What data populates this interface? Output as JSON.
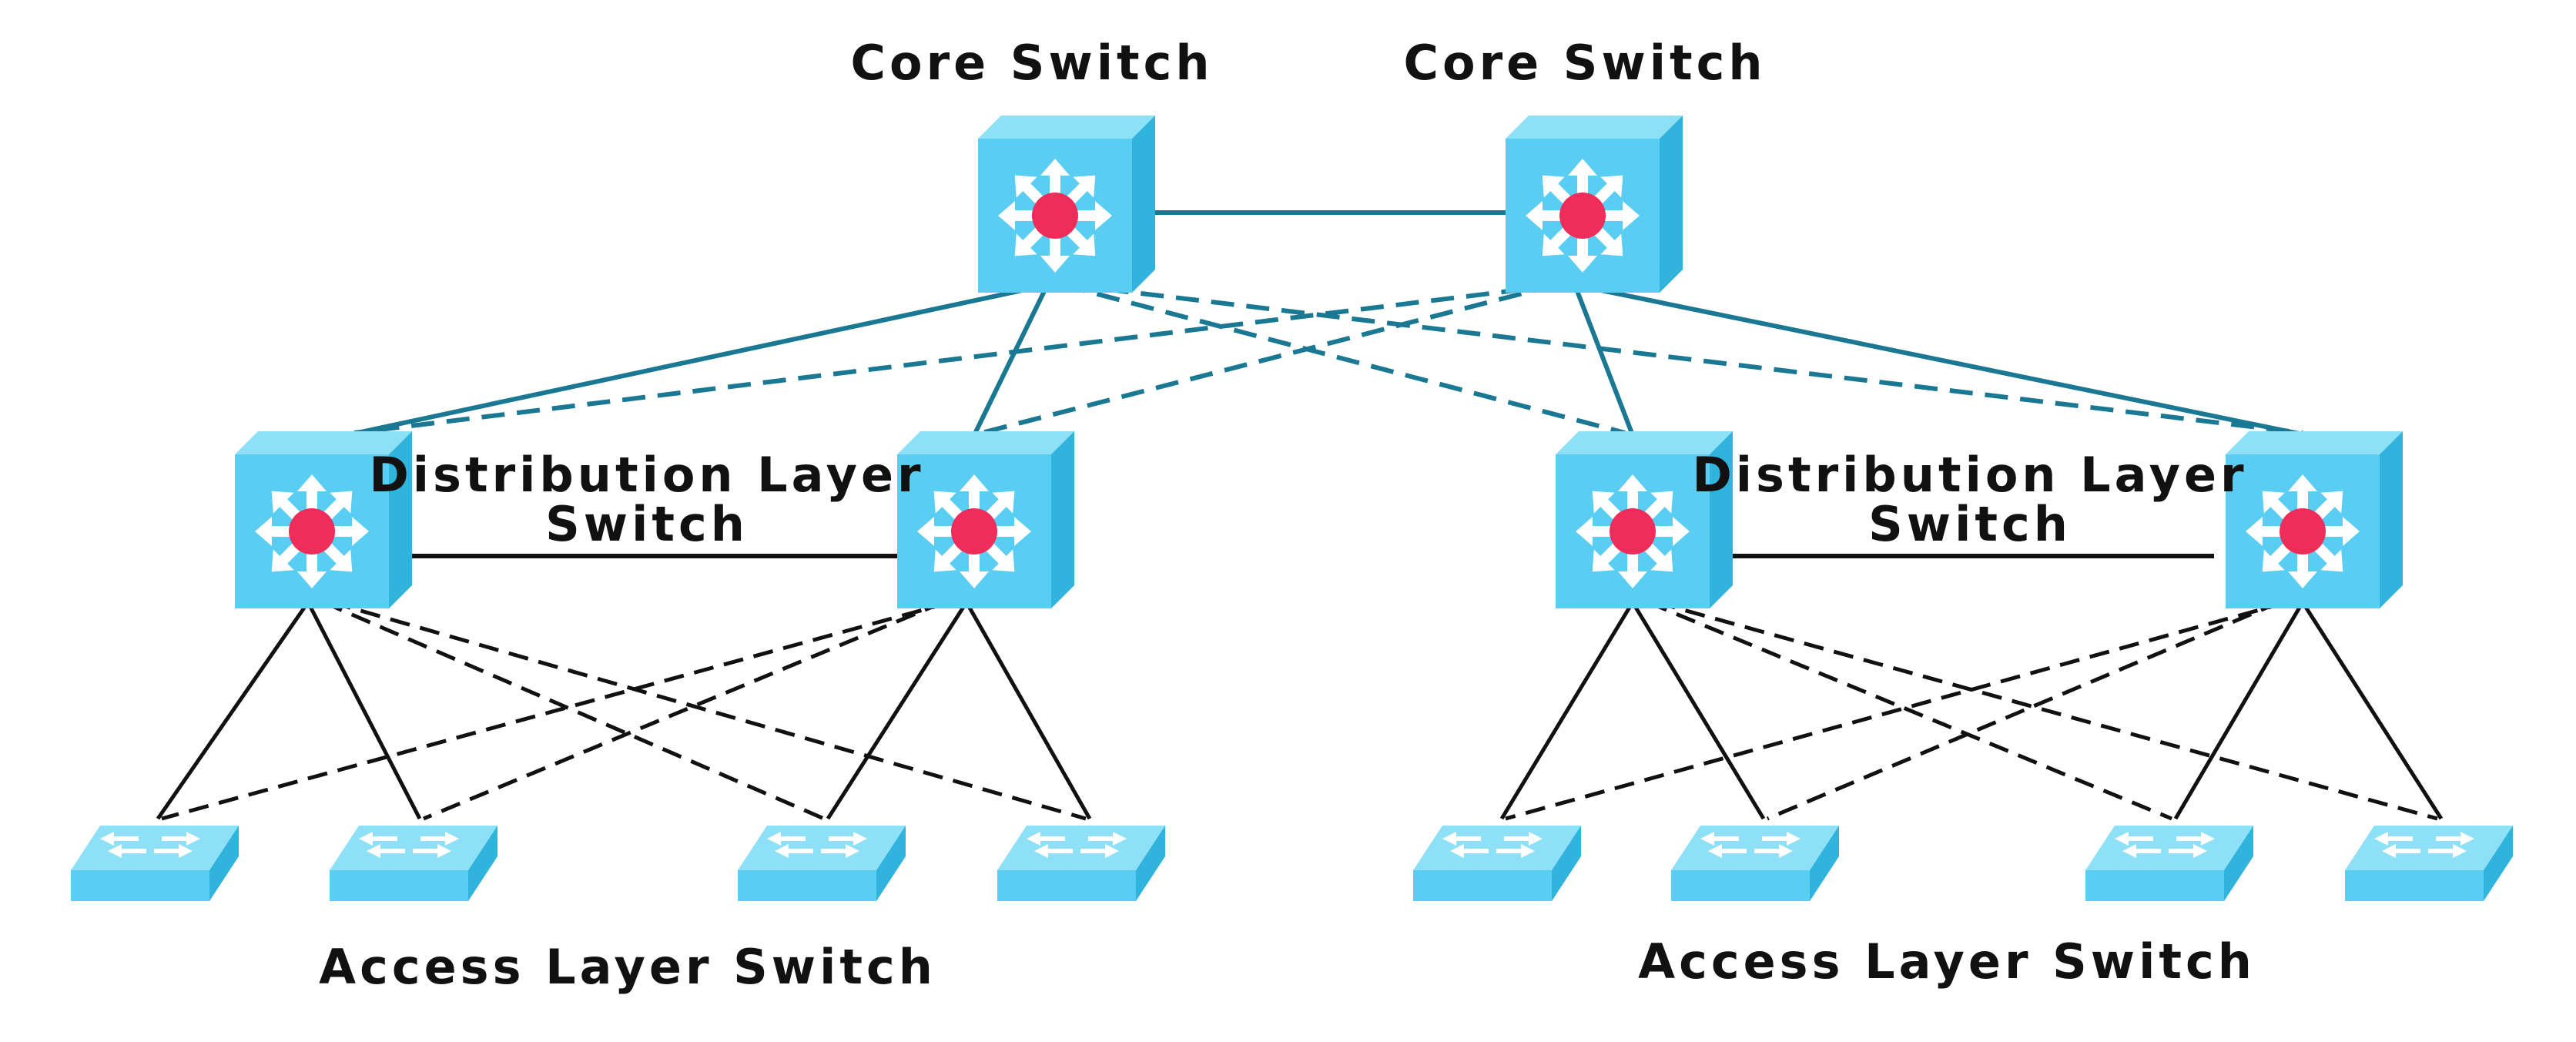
{
  "labels": {
    "core_left": "Core Switch",
    "core_right": "Core Switch",
    "dist_left_line1": "Distribution Layer",
    "dist_left_line2": "Switch",
    "dist_right_line1": "Distribution Layer",
    "dist_right_line2": "Switch",
    "access_left": "Access Layer Switch",
    "access_right": "Access Layer Switch"
  },
  "colors": {
    "switch_front": "#5ACDF2",
    "switch_top": "#8EE0F7",
    "switch_side": "#30B4DD",
    "router_dot": "#EE2D5A",
    "core_link": "#1A7893",
    "access_link": "#111111",
    "label_text": "#111111",
    "background": "#FFFFFF"
  },
  "icons": {
    "core_switch": "multilayer-switch-icon",
    "distribution_switch": "multilayer-switch-icon",
    "access_switch": "workgroup-switch-icon"
  },
  "connections": {
    "core_to_distribution": "solid = primary, dashed = redundant",
    "distribution_to_access": "solid = primary, dashed = redundant"
  }
}
